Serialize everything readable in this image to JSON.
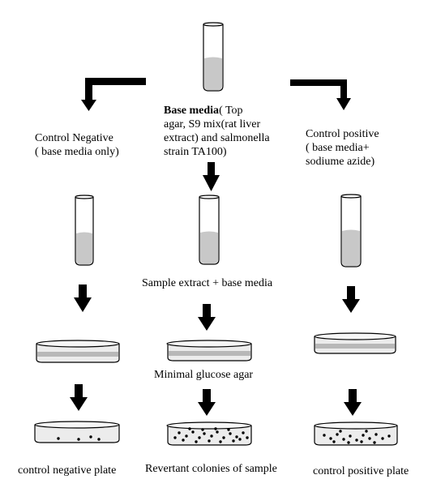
{
  "labels": {
    "base_media_bold": "Base media",
    "base_media_line1_rest": "( Top",
    "base_media_line2": "agar, S9 mix(rat liver",
    "base_media_line3": "extract) and salmonella",
    "base_media_line4": "strain TA100)",
    "control_negative_line1": "Control Negative",
    "control_negative_line2": "( base media only)",
    "control_positive_line1": "Control positive",
    "control_positive_line2": "( base media+",
    "control_positive_line3": "sodiume azide)",
    "sample_extract": "Sample extract + base media",
    "minimal_glucose_agar": "Minimal glucose agar",
    "control_negative_plate": "control negative plate",
    "revertant_colonies": "Revertant colonies of sample",
    "control_positive_plate": "control positive plate"
  },
  "colonies": {
    "control_negative": 4,
    "sample": 23,
    "control_positive": 17
  }
}
